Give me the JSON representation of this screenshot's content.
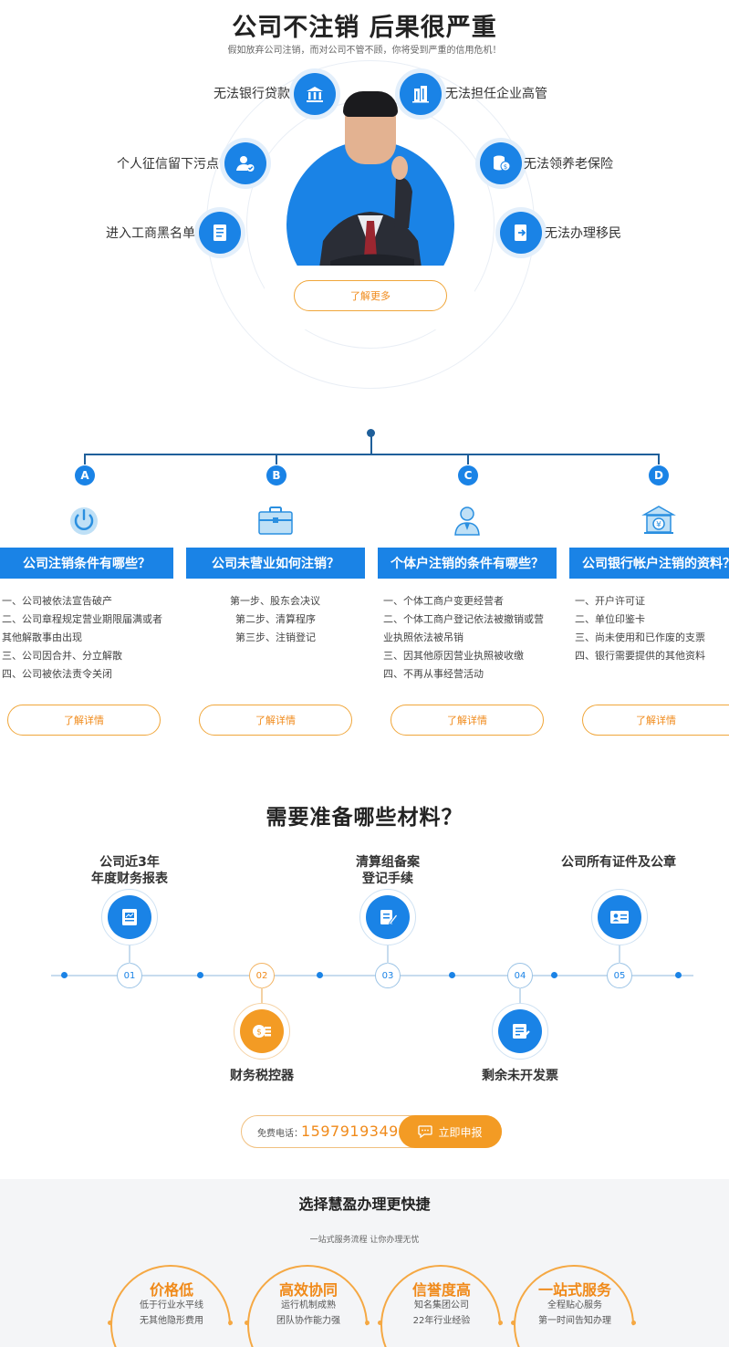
{
  "header": {
    "title": "公司不注销 后果很严重",
    "subtitle": "假如放弃公司注销，而对公司不管不顾，你将受到严重的信用危机！"
  },
  "consequences": [
    {
      "label": "无法银行贷款",
      "icon": "bank-icon"
    },
    {
      "label": "个人征信留下污点",
      "icon": "user-check-icon"
    },
    {
      "label": "进入工商黑名单",
      "icon": "document-icon"
    },
    {
      "label": "无法担任企业高管",
      "icon": "building-icon"
    },
    {
      "label": "无法领养老保险",
      "icon": "coins-icon"
    },
    {
      "label": "无法办理移民",
      "icon": "export-icon"
    }
  ],
  "learn_more": "了解更多",
  "categories": [
    {
      "letter": "A",
      "icon": "power-icon",
      "title": "公司注销条件有哪些？",
      "items": [
        "一、公司被依法宣告破产",
        "二、公司章程规定营业期限届满或者",
        "其他解散事由出现",
        "三、公司因合并、分立解散",
        "四、公司被依法责令关闭"
      ],
      "button": "了解详情"
    },
    {
      "letter": "B",
      "icon": "briefcase-icon",
      "title": "公司未营业如何注销？",
      "items": [
        "第一步、股东会决议",
        "第二步、清算程序",
        "第三步、注销登记"
      ],
      "button": "了解详情"
    },
    {
      "letter": "C",
      "icon": "person-icon",
      "title": "个体户注销的条件有哪些？",
      "items": [
        "一、个体工商户变更经营者",
        "二、个体工商户登记依法被撤销或营",
        "业执照依法被吊销",
        "三、因其他原因营业执照被收缴",
        "四、不再从事经营活动"
      ],
      "button": "了解详情"
    },
    {
      "letter": "D",
      "icon": "bank-yen-icon",
      "title": "公司银行帐户注销的资料？",
      "items": [
        "一、开户许可证",
        "二、单位印鉴卡",
        "三、尚未使用和已作废的支票",
        "四、银行需要提供的其他资料"
      ],
      "button": "了解详情"
    }
  ],
  "materials": {
    "title": "需要准备哪些材料？",
    "steps": [
      {
        "num": "01",
        "label_lines": [
          "公司近3年",
          "年度财务报表"
        ],
        "icon": "report-icon",
        "accent": "#1a83e6"
      },
      {
        "num": "02",
        "label_lines": [
          "财务税控器"
        ],
        "icon": "coin-stack-icon",
        "accent": "#f39b24"
      },
      {
        "num": "03",
        "label_lines": [
          "清算组备案",
          "登记手续"
        ],
        "icon": "edit-doc-icon",
        "accent": "#1a83e6"
      },
      {
        "num": "04",
        "label_lines": [
          "剩余未开发票"
        ],
        "icon": "invoice-icon",
        "accent": "#1a83e6"
      },
      {
        "num": "05",
        "label_lines": [
          "公司所有证件及公章"
        ],
        "icon": "id-card-icon",
        "accent": "#1a83e6"
      }
    ]
  },
  "contact": {
    "phone_label": "免费电话：",
    "phone": "15979193496",
    "apply": "立即申报"
  },
  "advantages": {
    "title": "选择慧盈办理更快捷",
    "subtitle": "一站式服务流程 让你办理无忧",
    "items": [
      {
        "title": "价格低",
        "lines": [
          "低于行业水平线",
          "无其他隐形费用"
        ]
      },
      {
        "title": "高效协同",
        "lines": [
          "运行机制成熟",
          "团队协作能力强"
        ]
      },
      {
        "title": "信誉度高",
        "lines": [
          "知名集团公司",
          "22年行业经验"
        ]
      },
      {
        "title": "一站式服务",
        "lines": [
          "全程贴心服务",
          "第一时间告知办理"
        ]
      }
    ]
  },
  "colors": {
    "primary": "#1a83e6",
    "accent": "#f39b24",
    "tree": "#1f5f9a"
  }
}
